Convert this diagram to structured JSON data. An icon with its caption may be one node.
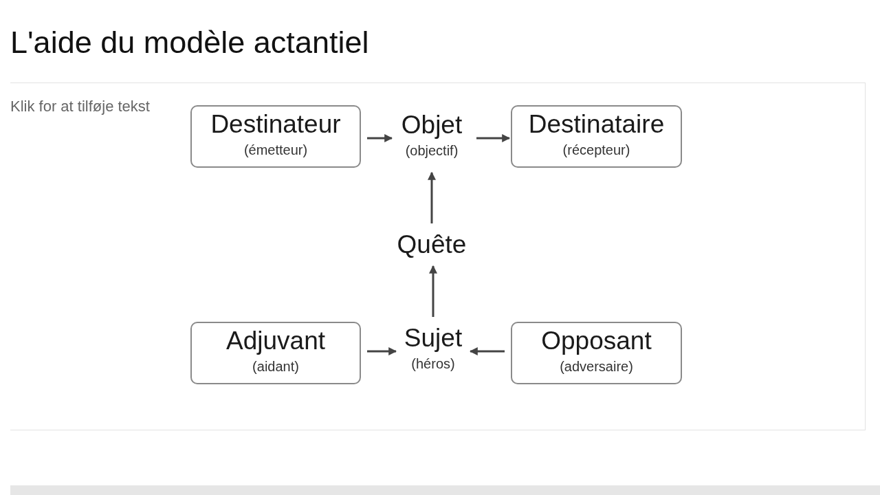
{
  "diagram": {
    "title": "L'aide du modèle actantiel",
    "nodes": [
      {
        "text": [
          "Destinateur",
          "(émetteur)"
        ]
      },
      {
        "text": [
          "Objet",
          "(objectif)"
        ]
      },
      {
        "text": [
          "Destinataire",
          "(récepteur)"
        ]
      },
      {
        "text": [
          "Quête"
        ]
      },
      {
        "text": [
          "Adjuvant",
          "(aidant)"
        ]
      },
      {
        "text": [
          "Sujet",
          "(héros)"
        ]
      },
      {
        "text": [
          "Opposant",
          "(adversaire)"
        ]
      }
    ],
    "edges": [
      {
        "from": 0,
        "to": 1,
        "arrow": "to"
      },
      {
        "from": 1,
        "to": 2,
        "arrow": "to"
      },
      {
        "from": 5,
        "to": 3,
        "arrow": "to"
      },
      {
        "from": 3,
        "to": 1,
        "arrow": "to"
      },
      {
        "from": 4,
        "to": 5,
        "arrow": "to"
      },
      {
        "from": 6,
        "to": 5,
        "arrow": "to"
      }
    ],
    "labels": [
      "Klik for at tilføje tekst"
    ]
  }
}
